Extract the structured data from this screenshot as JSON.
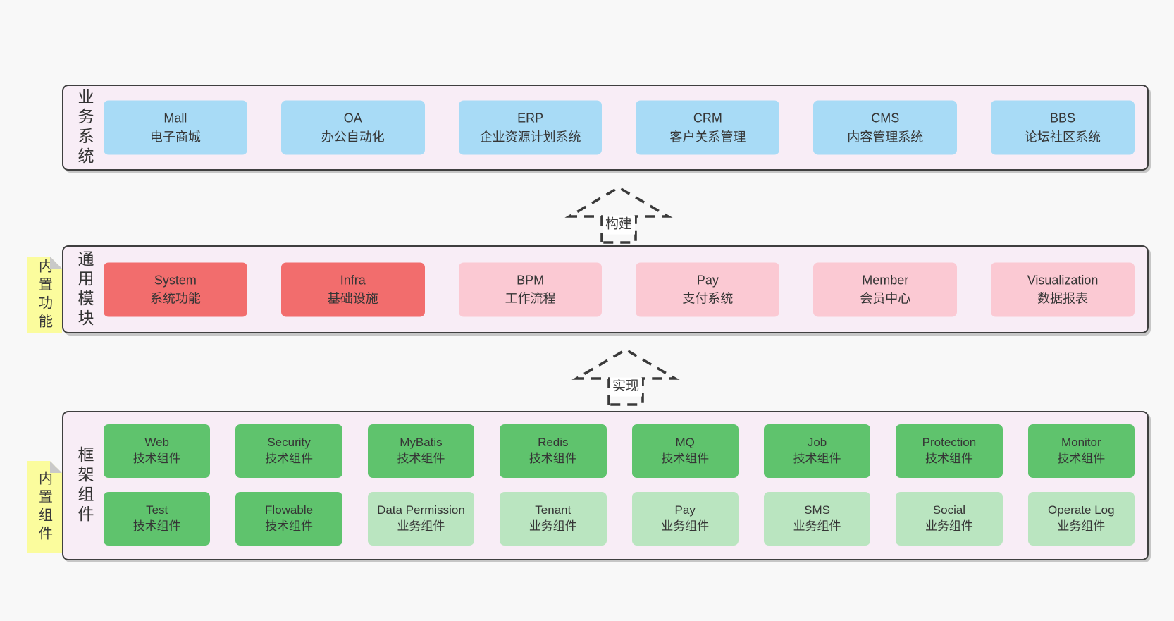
{
  "colors": {
    "page_background": "#f8f8f8",
    "band_background": "#f8edf6",
    "band_border": "#3f3f3f",
    "blue_box": "#a8dbf6",
    "red_box": "#f26d6d",
    "pink_box": "#fbc9d3",
    "green_dark_box": "#5fc36d",
    "green_light_box": "#bae5c0",
    "note_yellow": "#fbfc9d",
    "note_fold": "#c9c9c9",
    "text": "#333333",
    "arrow_stroke": "#3a3a3a"
  },
  "notes": [
    {
      "label": "内置功能"
    },
    {
      "label": "内置组件"
    }
  ],
  "arrows": [
    {
      "label": "构建"
    },
    {
      "label": "实现"
    }
  ],
  "bands": [
    {
      "label": "业务系统",
      "boxes": [
        {
          "name": "Mall",
          "desc": "电子商城"
        },
        {
          "name": "OA",
          "desc": "办公自动化"
        },
        {
          "name": "ERP",
          "desc": "企业资源计划系统"
        },
        {
          "name": "CRM",
          "desc": "客户关系管理"
        },
        {
          "name": "CMS",
          "desc": "内容管理系统"
        },
        {
          "name": "BBS",
          "desc": "论坛社区系统"
        }
      ]
    },
    {
      "label": "通用模块",
      "boxes": [
        {
          "name": "System",
          "desc": "系统功能"
        },
        {
          "name": "Infra",
          "desc": "基础设施"
        },
        {
          "name": "BPM",
          "desc": "工作流程"
        },
        {
          "name": "Pay",
          "desc": "支付系统"
        },
        {
          "name": "Member",
          "desc": "会员中心"
        },
        {
          "name": "Visualization",
          "desc": "数据报表"
        }
      ]
    },
    {
      "label": "框架组件",
      "rows": [
        [
          {
            "name": "Web",
            "desc": "技术组件"
          },
          {
            "name": "Security",
            "desc": "技术组件"
          },
          {
            "name": "MyBatis",
            "desc": "技术组件"
          },
          {
            "name": "Redis",
            "desc": "技术组件"
          },
          {
            "name": "MQ",
            "desc": "技术组件"
          },
          {
            "name": "Job",
            "desc": "技术组件"
          },
          {
            "name": "Protection",
            "desc": "技术组件"
          },
          {
            "name": "Monitor",
            "desc": "技术组件"
          }
        ],
        [
          {
            "name": "Test",
            "desc": "技术组件"
          },
          {
            "name": "Flowable",
            "desc": "技术组件"
          },
          {
            "name": "Data Permission",
            "desc": "业务组件"
          },
          {
            "name": "Tenant",
            "desc": "业务组件"
          },
          {
            "name": "Pay",
            "desc": "业务组件"
          },
          {
            "name": "SMS",
            "desc": "业务组件"
          },
          {
            "name": "Social",
            "desc": "业务组件"
          },
          {
            "name": "Operate Log",
            "desc": "业务组件"
          }
        ]
      ]
    }
  ]
}
